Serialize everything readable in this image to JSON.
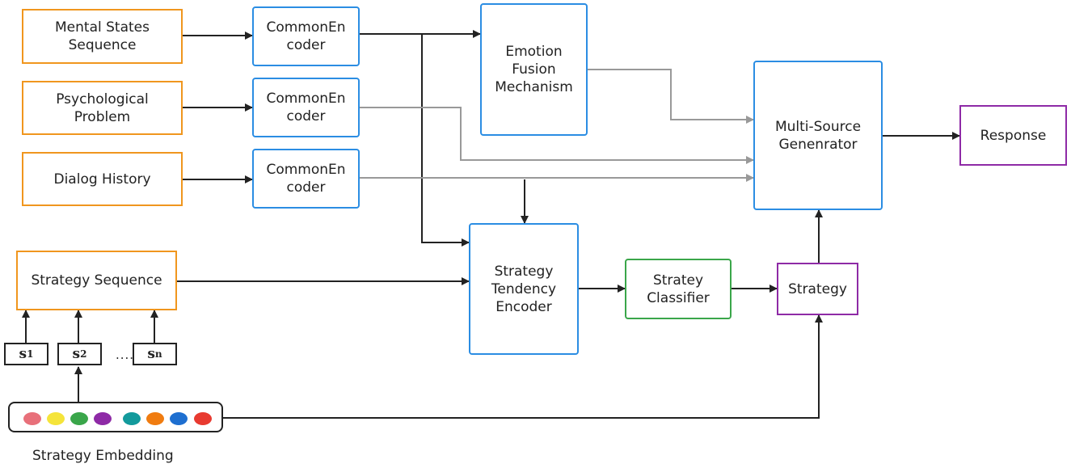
{
  "nodes": {
    "mental_states": "Mental States\nSequence",
    "psych_problem": "Psychological\nProblem",
    "dialog_history": "Dialog History",
    "encoder1": "CommonEn\ncoder",
    "encoder2": "CommonEn\ncoder",
    "encoder3": "CommonEn\ncoder",
    "emotion_fusion": "Emotion\nFusion\nMechanism",
    "multi_source": "Multi-Source\nGenenrator",
    "response": "Response",
    "strategy_sequence": "Strategy Sequence",
    "strategy_tendency": "Strategy\nTendency\nEncoder",
    "strategy_classifier": "Stratey\nClassifier",
    "strategy": "Strategy",
    "strategy_embedding": "Strategy Embedding"
  },
  "tokens": {
    "s1": {
      "base": "s",
      "sub": "1"
    },
    "s2": {
      "base": "s",
      "sub": "2"
    },
    "sn": {
      "base": "s",
      "sub": "n"
    },
    "ellipsis": "....."
  },
  "colors": {
    "input_border": "#f0961e",
    "encoder_border": "#2b8de3",
    "classifier_border": "#3aa64a",
    "output_border": "#8e2aa6",
    "arrow_dark": "#222222",
    "arrow_gray": "#999999"
  },
  "embedding_dots": [
    "#e8707a",
    "#f5e43a",
    "#3aa64a",
    "#8e2aa6",
    "#139a9c",
    "#f07c10",
    "#1e6fd0",
    "#e83a30"
  ]
}
